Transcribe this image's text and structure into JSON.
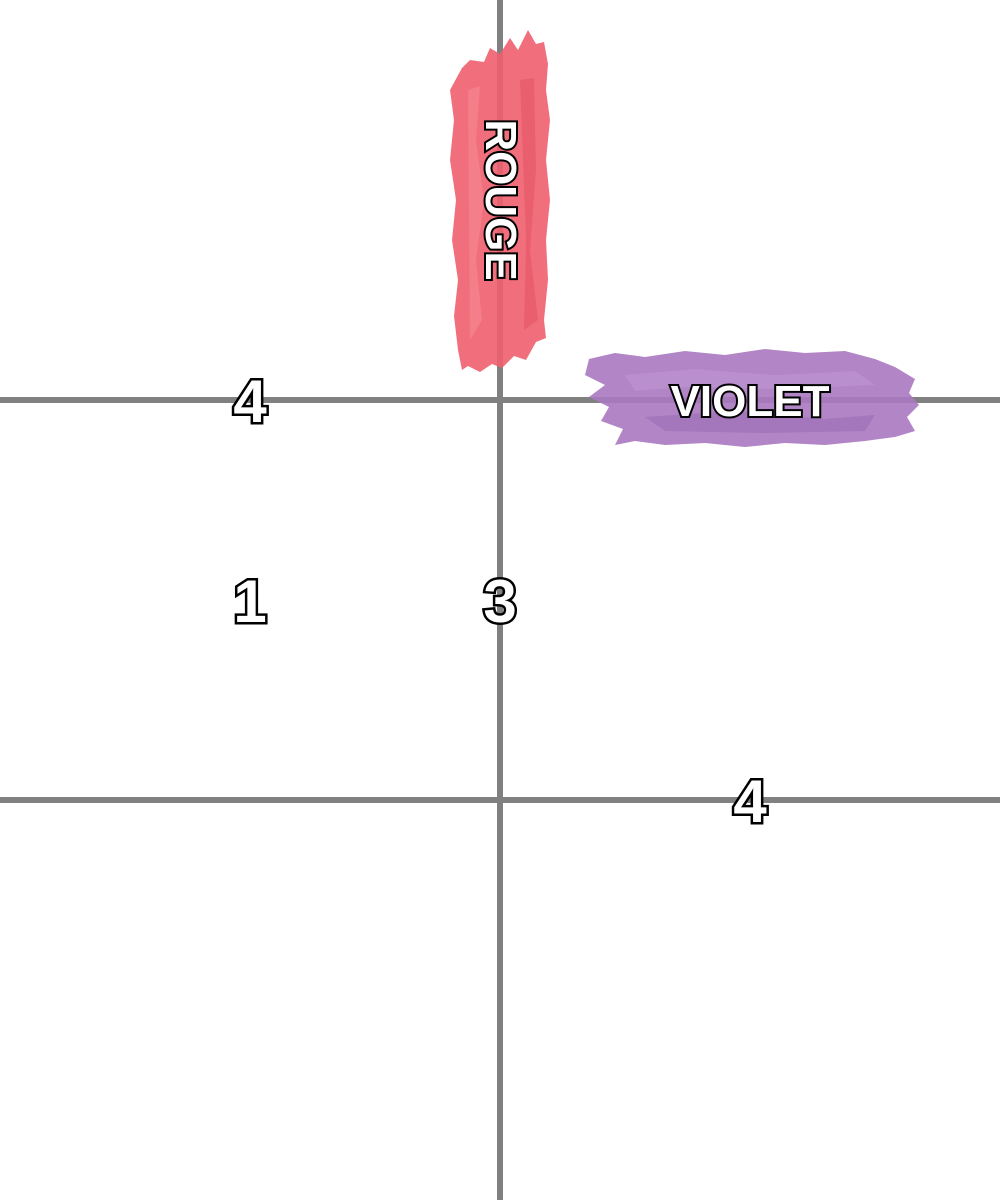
{
  "puzzle": {
    "colors": {
      "rouge": "#ef5f6e",
      "violet": "#a878c0",
      "grid": "#808080"
    },
    "labels": {
      "rouge": "ROUGE",
      "violet": "VIOLET"
    },
    "clues": [
      {
        "id": "top-left-edge",
        "value": "4"
      },
      {
        "id": "middle-left",
        "value": "1"
      },
      {
        "id": "middle-center",
        "value": "3"
      },
      {
        "id": "bottom-right-edge",
        "value": "4"
      }
    ]
  }
}
